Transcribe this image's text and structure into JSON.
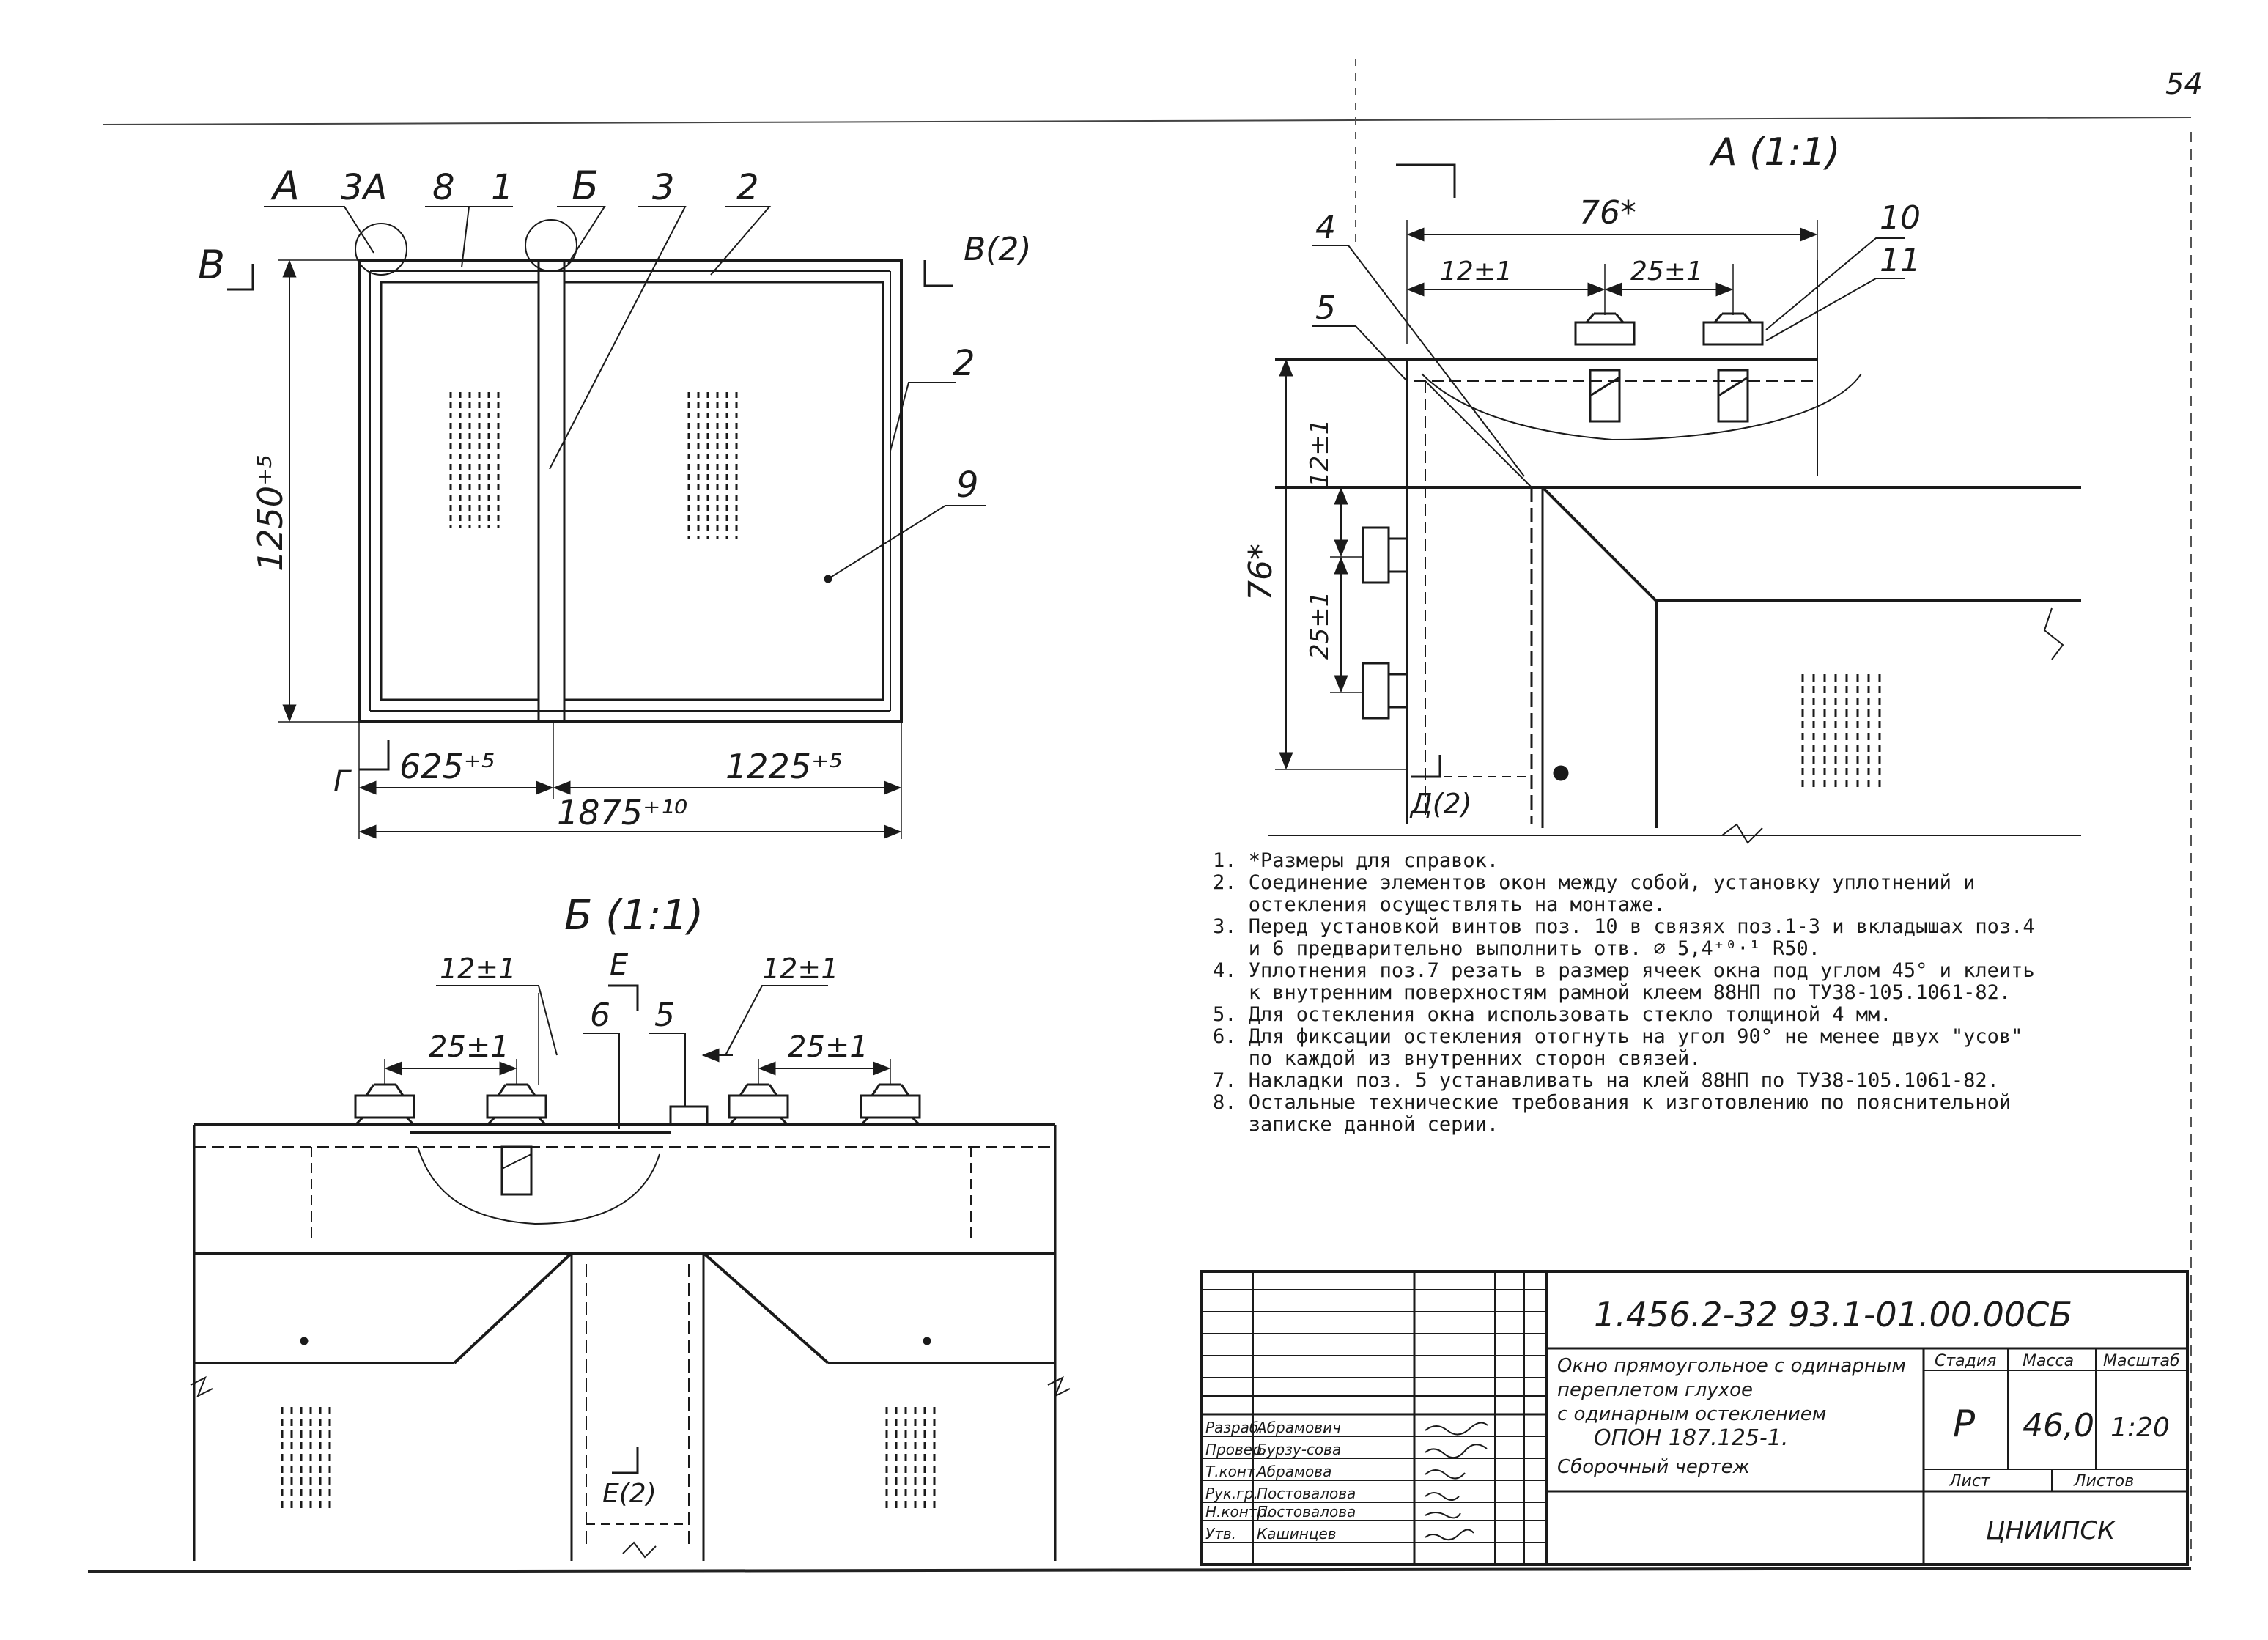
{
  "page_number": "54",
  "main_view": {
    "labels": {
      "section_a": "A",
      "detail_3a": "3А",
      "callout_8": "8",
      "callout_1": "1",
      "section_b": "Б",
      "callout_3": "3",
      "callout_2_top": "2",
      "callout_2_right": "2",
      "callout_9": "9",
      "section_v": "В",
      "section_v2": "В(2)",
      "section_g": "Г"
    },
    "dimensions": {
      "height": "1250⁺⁵",
      "width_left": "625⁺⁵",
      "width_right": "1225⁺⁵",
      "width_total": "1875⁺¹⁰"
    }
  },
  "detail_a": {
    "title": "А (1:1)",
    "labels": {
      "callout_4": "4",
      "callout_5": "5",
      "callout_10": "10",
      "callout_11": "11",
      "section_d2": "Д(2)"
    },
    "dimensions": {
      "top_overall": "76*",
      "top_offset": "12±1",
      "top_pitch": "25±1",
      "side_overall": "76*",
      "side_offset": "12±1",
      "side_pitch": "25±1"
    }
  },
  "detail_b": {
    "title": "Б (1:1)",
    "labels": {
      "section_e": "Е",
      "section_e2": "Е(2)",
      "callout_6": "6",
      "callout_5": "5"
    },
    "dimensions": {
      "left_offset": "12±1",
      "left_pitch": "25±1",
      "right_offset": "12±1",
      "right_pitch": "25±1"
    }
  },
  "notes": [
    "1. *Размеры для справок.",
    "2. Соединение элементов окон между собой, установку уплотнений и",
    "   остекления осуществлять на монтаже.",
    "3. Перед установкой винтов поз. 10 в связях поз.1-3 и вкладышах поз.4",
    "   и 6 предварительно выполнить отв. ⌀ 5,4⁺⁰·¹ R50.",
    "4. Уплотнения поз.7 резать в размер ячеек окна под углом 45° и клеить",
    "   к внутренним поверхностям рамной клеем 88НП по ТУ38-105.1061-82.",
    "5. Для остекления окна использовать стекло толщиной 4 мм.",
    "6. Для фиксации остекления отогнуть на угол 90° не менее двух \"усов\"",
    "   по каждой из внутренних сторон связей.",
    "7. Накладки поз. 5 устанавливать на клей 88НП по ТУ38-105.1061-82.",
    "8. Остальные технические требования к изготовлению по пояснительной",
    "   записке данной серии."
  ],
  "title_block": {
    "designation": "1.456.2-32 93.1-01.00.00СБ",
    "description_lines": [
      "Окно прямоугольное с одинарным",
      "переплетом глухое",
      "с одинарным остеклением",
      "ОПОН 187.125-1.",
      "Сборочный чертеж"
    ],
    "col_headers": [
      "Стадия",
      "Масса",
      "Масштаб"
    ],
    "stage": "Р",
    "mass": "46,0",
    "scale": "1:20",
    "sheet_label": "Лист",
    "sheets_label": "Листов",
    "roles": [
      "Разраб.",
      "Провер.",
      "Т.конт.",
      "Рук.гр.",
      "Н.контр.",
      "Утв."
    ],
    "names": [
      "Абрамович",
      "Бурзу-сова",
      "Абрамова",
      "Постовалова",
      "Постовалова",
      "Кашинцев"
    ],
    "organization": "ЦНИИПСК"
  }
}
